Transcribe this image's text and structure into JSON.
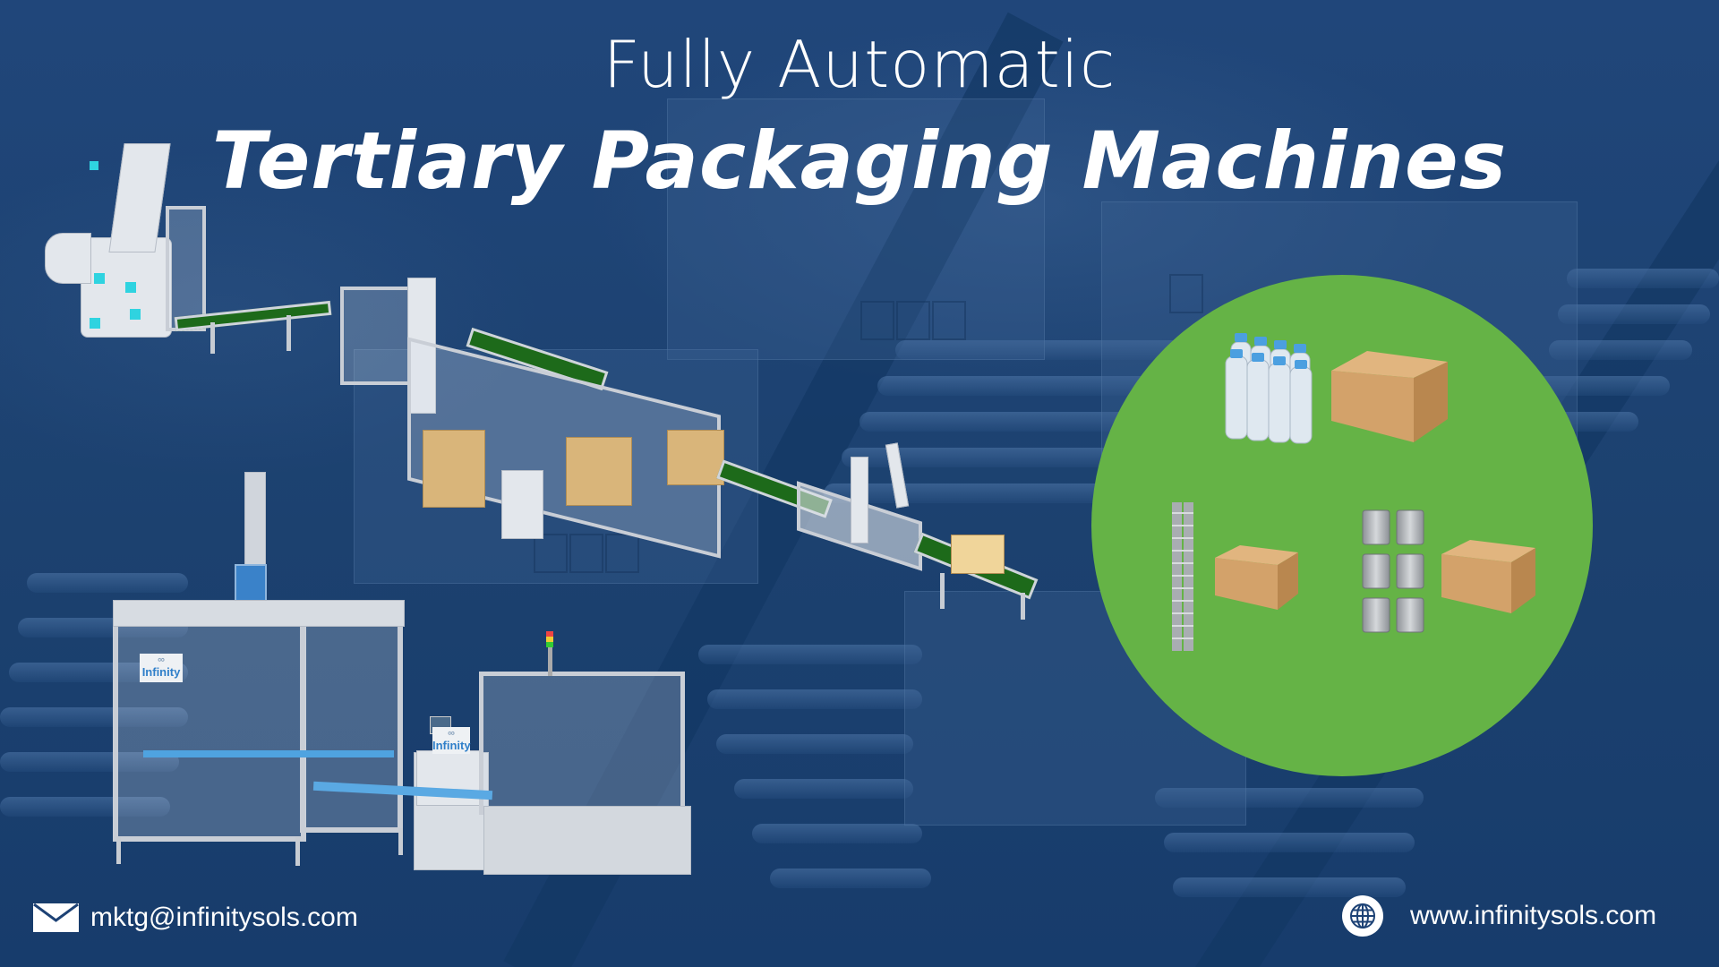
{
  "header": {
    "subtitle": "Fully Automatic",
    "title": "Tertiary Packaging Machines"
  },
  "colors": {
    "background": "#1d4275",
    "circle_green": "#65b346",
    "text": "#ffffff",
    "belt_green": "#1d6a1a",
    "carton": "#d4a46a"
  },
  "machines": {
    "line_label": "packaging-line-render",
    "case_packer_logo": "Infinity",
    "case_erector_logo": "Infinity"
  },
  "product_circle": {
    "groups": [
      {
        "product": "bottles-6pack-icon",
        "container": "carton-icon"
      },
      {
        "product": "stick-packs-icon",
        "container": "carton-icon"
      },
      {
        "product": "pouches-icon",
        "container": "carton-icon"
      }
    ]
  },
  "footer": {
    "email_icon": "envelope-icon",
    "email": "mktg@infinitysols.com",
    "web_icon": "globe-icon",
    "website": "www.infinitysols.com"
  }
}
